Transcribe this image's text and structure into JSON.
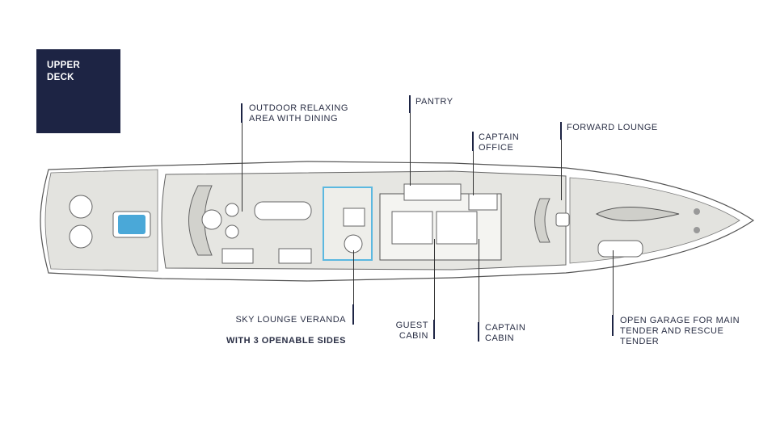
{
  "title": "UPPER\nDECK",
  "labels": {
    "outdoor_relaxing": "OUTDOOR RELAXING\nAREA WITH DINING",
    "pantry": "PANTRY",
    "captain_office": "CAPTAIN\nOFFICE",
    "forward_lounge": "FORWARD LOUNGE",
    "sky_lounge_line1": "SKY LOUNGE VERANDA",
    "sky_lounge_line2": "WITH 3 OPENABLE SIDES",
    "guest_cabin": "GUEST\nCABIN",
    "captain_cabin": "CAPTAIN\nCABIN",
    "open_garage": "OPEN GARAGE FOR MAIN\nTENDER AND RESCUE\nTENDER"
  },
  "colors": {
    "title_bg": "#1d2444",
    "accent_bar": "#1d2444",
    "deck_fill": "#e3e3df",
    "pool_water": "#4aa8d8",
    "glass": "#5bb8e0"
  }
}
